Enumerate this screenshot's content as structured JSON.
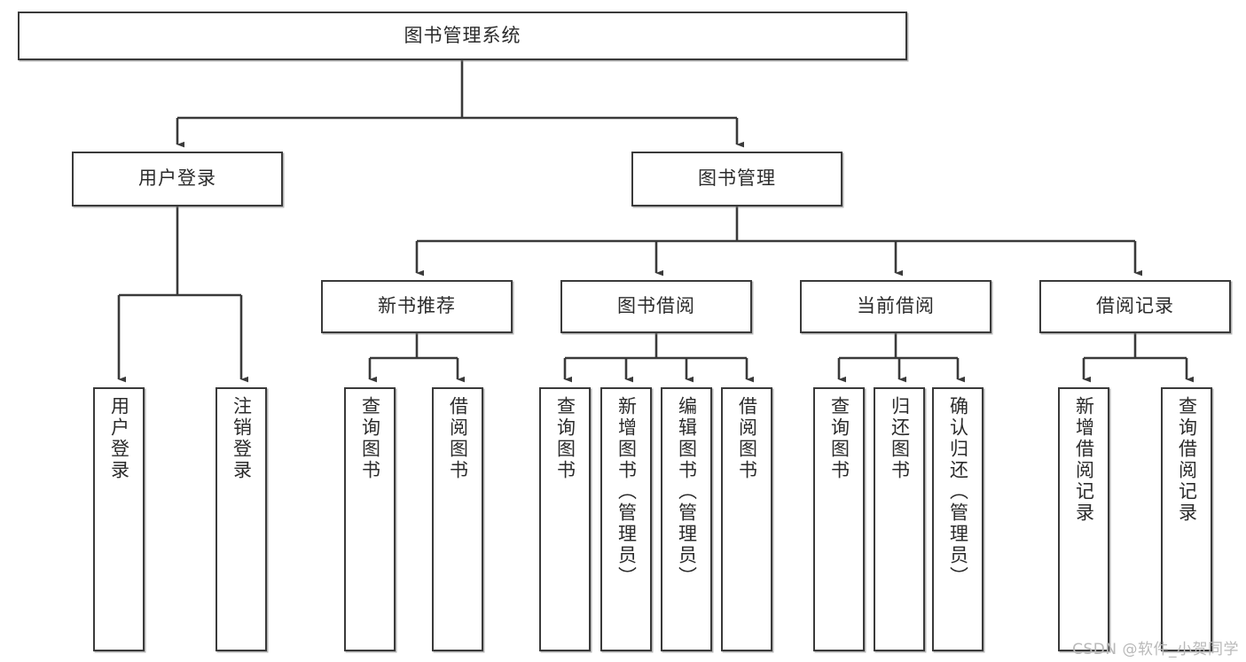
{
  "diagram": {
    "title": "图书管理系统",
    "watermark": "CSDN @软件_小贺同学",
    "colors": {
      "stroke": "#3a3a3a",
      "background": "#ffffff",
      "text": "#2b2b2b",
      "watermark": "#b9b9b9"
    },
    "levels": {
      "root": {
        "label": "图书管理系统"
      },
      "level1": [
        {
          "label": "用户登录"
        },
        {
          "label": "图书管理"
        }
      ],
      "level2": [
        {
          "label": "新书推荐"
        },
        {
          "label": "图书借阅"
        },
        {
          "label": "当前借阅"
        },
        {
          "label": "借阅记录"
        }
      ],
      "leaves": {
        "user_login": [
          {
            "label": "用户登录"
          },
          {
            "label": "注销登录"
          }
        ],
        "new_book_recommend": [
          {
            "label": "查询图书"
          },
          {
            "label": "借阅图书"
          }
        ],
        "book_borrow": [
          {
            "label": "查询图书"
          },
          {
            "label": "新增图书（管理员）"
          },
          {
            "label": "编辑图书（管理员）"
          },
          {
            "label": "借阅图书"
          }
        ],
        "current_borrow": [
          {
            "label": "查询图书"
          },
          {
            "label": "归还图书"
          },
          {
            "label": "确认归还（管理员）"
          }
        ],
        "borrow_record": [
          {
            "label": "新增借阅记录"
          },
          {
            "label": "查询借阅记录"
          }
        ]
      }
    }
  },
  "chart_data": {
    "type": "table",
    "title": "图书管理系统",
    "nodes": [
      {
        "id": "root",
        "label": "图书管理系统",
        "level": 0,
        "parent": null
      },
      {
        "id": "user-login",
        "label": "用户登录",
        "level": 1,
        "parent": "root"
      },
      {
        "id": "book-manage",
        "label": "图书管理",
        "level": 1,
        "parent": "root"
      },
      {
        "id": "new-book",
        "label": "新书推荐",
        "level": 2,
        "parent": "book-manage"
      },
      {
        "id": "book-borrow",
        "label": "图书借阅",
        "level": 2,
        "parent": "book-manage"
      },
      {
        "id": "current-borrow",
        "label": "当前借阅",
        "level": 2,
        "parent": "book-manage"
      },
      {
        "id": "borrow-record",
        "label": "借阅记录",
        "level": 2,
        "parent": "book-manage"
      },
      {
        "id": "leaf-1",
        "label": "用户登录",
        "level": 3,
        "parent": "user-login"
      },
      {
        "id": "leaf-2",
        "label": "注销登录",
        "level": 3,
        "parent": "user-login"
      },
      {
        "id": "leaf-3",
        "label": "查询图书",
        "level": 3,
        "parent": "new-book"
      },
      {
        "id": "leaf-4",
        "label": "借阅图书",
        "level": 3,
        "parent": "new-book"
      },
      {
        "id": "leaf-5",
        "label": "查询图书",
        "level": 3,
        "parent": "book-borrow"
      },
      {
        "id": "leaf-6",
        "label": "新增图书（管理员）",
        "level": 3,
        "parent": "book-borrow"
      },
      {
        "id": "leaf-7",
        "label": "编辑图书（管理员）",
        "level": 3,
        "parent": "book-borrow"
      },
      {
        "id": "leaf-8",
        "label": "借阅图书",
        "level": 3,
        "parent": "book-borrow"
      },
      {
        "id": "leaf-9",
        "label": "查询图书",
        "level": 3,
        "parent": "current-borrow"
      },
      {
        "id": "leaf-10",
        "label": "归还图书",
        "level": 3,
        "parent": "current-borrow"
      },
      {
        "id": "leaf-11",
        "label": "确认归还（管理员）",
        "level": 3,
        "parent": "current-borrow"
      },
      {
        "id": "leaf-12",
        "label": "新增借阅记录",
        "level": 3,
        "parent": "borrow-record"
      },
      {
        "id": "leaf-13",
        "label": "查询借阅记录",
        "level": 3,
        "parent": "borrow-record"
      }
    ]
  }
}
